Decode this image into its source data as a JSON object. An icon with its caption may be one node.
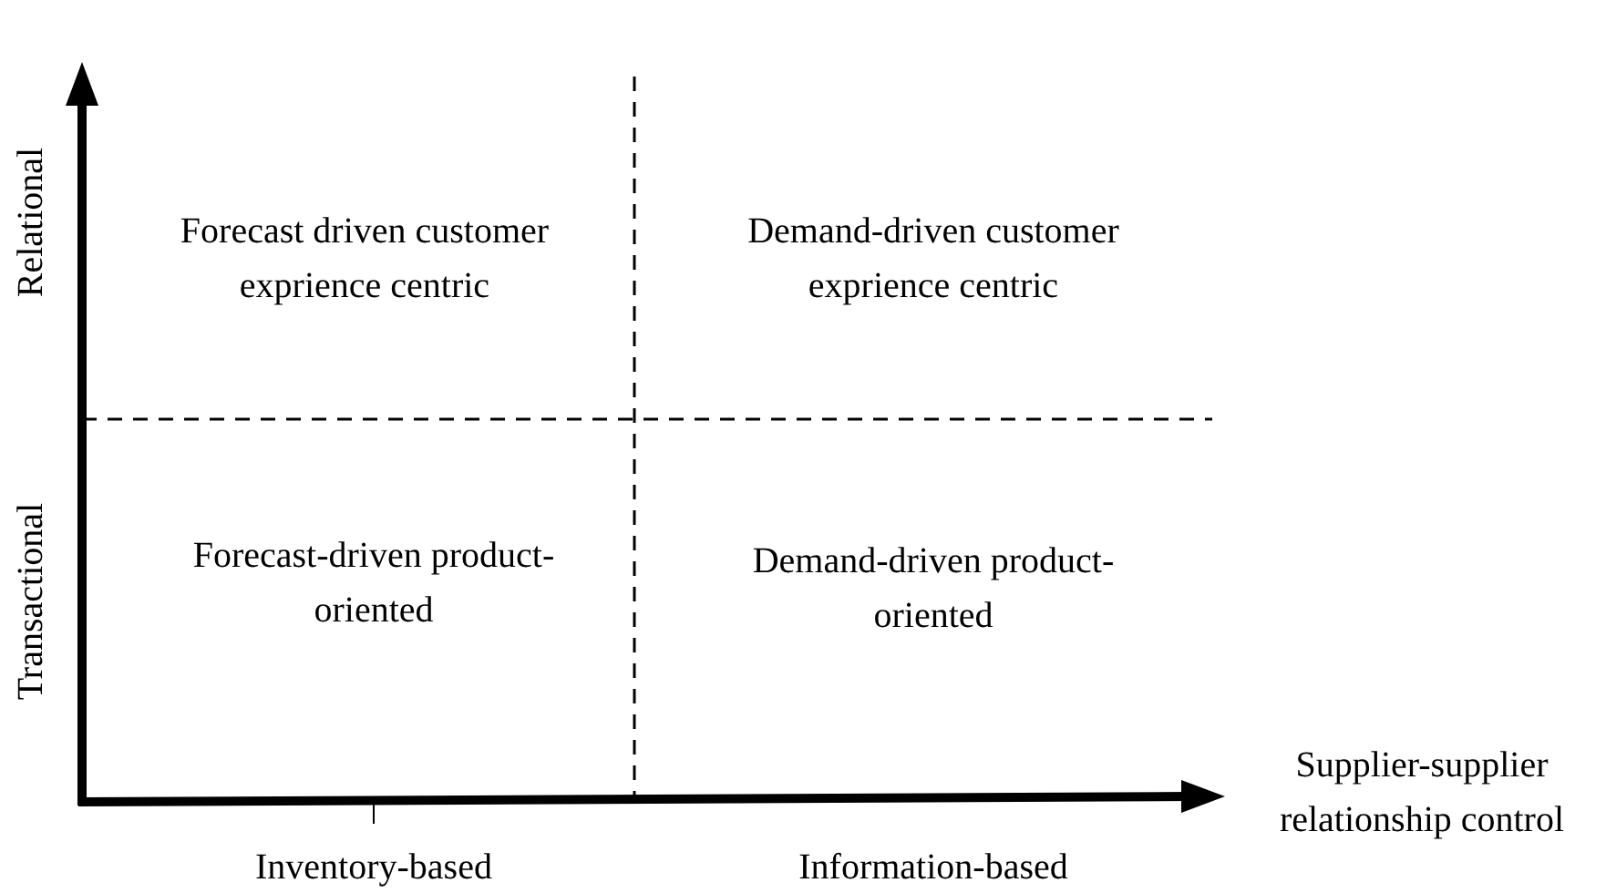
{
  "diagram": {
    "labels": [
      "Relational",
      "Forecast driven customer exprience centric",
      "Demand-driven customer exprience centric",
      "Transactional",
      "Forecast-driven product-oriented",
      "Demand-driven product-oriented",
      "Supplier-supplier relationship control",
      "Inventory-based",
      "Information-based"
    ]
  }
}
